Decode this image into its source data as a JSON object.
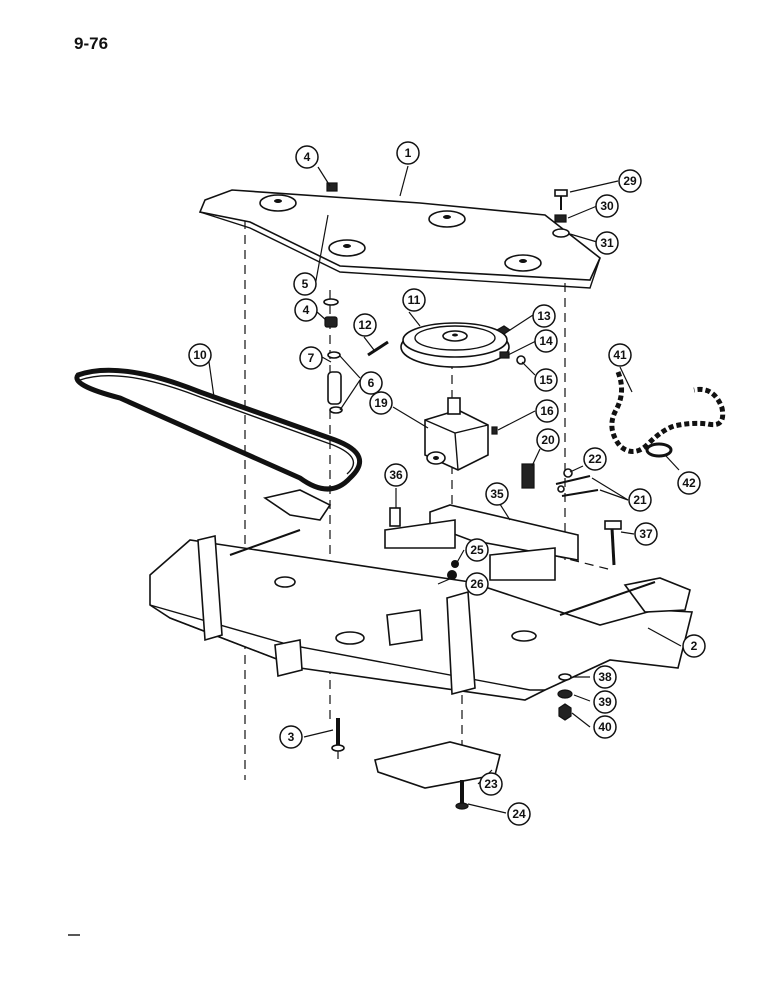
{
  "page": {
    "number": "9-76"
  },
  "callouts": {
    "c1": "1",
    "c2": "2",
    "c3": "3",
    "c4a": "4",
    "c4b": "4",
    "c5": "5",
    "c6": "6",
    "c7": "7",
    "c10": "10",
    "c11": "11",
    "c12": "12",
    "c13": "13",
    "c14": "14",
    "c15": "15",
    "c16": "16",
    "c19": "19",
    "c20": "20",
    "c21": "21",
    "c22": "22",
    "c23": "23",
    "c24": "24",
    "c25": "25",
    "c26": "26",
    "c29": "29",
    "c30": "30",
    "c31": "31",
    "c35": "35",
    "c36": "36",
    "c37": "37",
    "c38": "38",
    "c39": "39",
    "c40": "40",
    "c41": "41",
    "c42": "42"
  },
  "colors": {
    "ink": "#111111",
    "paper": "#ffffff"
  }
}
